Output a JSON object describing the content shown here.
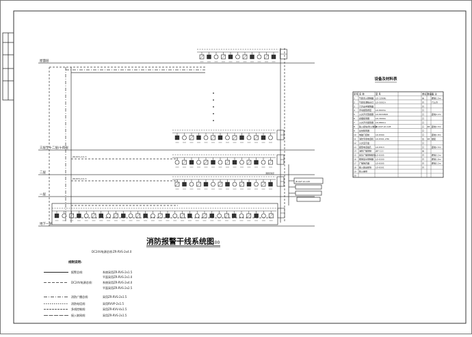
{
  "drawing": {
    "title": "消防报警干线系统图",
    "scale": "1:100",
    "dc_supply_note": "DC24V电源总线:ZR-RVS-2x4.0"
  },
  "floor_labels": {
    "roof": "屋面层",
    "mid": "三层至十二层/十四层",
    "second": "二层",
    "first": "一层",
    "basement": "地下一层"
  },
  "legend": {
    "heading": "线制说明:",
    "rows": [
      {
        "label": "报警总线:",
        "value": "系统采用ZR-RVS-2x1.5"
      },
      {
        "label": "",
        "value": "平面采用ZR-RVS-2x1.0"
      },
      {
        "label": "DC24V电源总线:",
        "value": "系统采用ZR-RVS-2x4.0"
      },
      {
        "label": "",
        "value": "平面采用ZR-RVS-2x2.5"
      },
      {
        "label": "消防广播总线:",
        "value": "采用ZR-RVS-2x1.5"
      },
      {
        "label": "消防电话线:",
        "value": "采用RVVP-2x1.5"
      },
      {
        "label": "多线控制线:",
        "value": "采用ZR-KVV-4x1.5"
      },
      {
        "label": "接入联网线:",
        "value": "采用ZR-RVS-2x1.5"
      }
    ]
  },
  "equipment_table": {
    "title": "设备及材料表",
    "headers": [
      "序号",
      "名  称",
      "型   号",
      "单位",
      "数量",
      "备  注"
    ],
    "rows": [
      [
        "1",
        "气体灭火控制器",
        "LD-128(N)",
        "台",
        "",
        "距地1.5m"
      ],
      [
        "2",
        "气体喷洒指示灯",
        "LD-5001A",
        "只",
        "",
        "门上方"
      ],
      [
        "3",
        "门方出手报警器",
        "",
        "只",
        "",
        ""
      ],
      [
        "4",
        "手动报警按钮",
        "LD-8003A",
        "只",
        "",
        ""
      ],
      [
        "5",
        "火灾声光警报器",
        "LD-8030B/D",
        "只",
        "",
        "距地2.2m"
      ],
      [
        "6",
        "感烟探测器",
        "LD-3000A",
        "只",
        "",
        ""
      ],
      [
        "7",
        "火灾声光报警器",
        "LD-8801A",
        "只",
        "",
        ""
      ],
      [
        "8",
        "输入模块(防火卷帘)",
        "JB-QGF-LD-128",
        "只",
        "48",
        "距地1.5m"
      ],
      [
        "9",
        "总线隔离器",
        "",
        "只",
        "",
        ""
      ],
      [
        "10",
        "电磁门控制",
        "LD-8304",
        "只",
        "",
        "距地1.8m"
      ],
      [
        "11",
        "消防专用电话机",
        "LD-8301-2HK",
        "台",
        "28",
        "壁挂"
      ],
      [
        "12",
        "火灾显示盘",
        "",
        "只",
        "",
        ""
      ],
      [
        "13",
        "报警电话插孔",
        "LD-8313",
        "只",
        "",
        "距地1.5m"
      ],
      [
        "14",
        "消防广播控制",
        "JBF-11S",
        "台",
        "",
        ""
      ],
      [
        "15",
        "应急广播控制模块",
        "LD-8305",
        "只",
        "",
        "距地2.2m"
      ],
      [
        "16",
        "楼层显示控制器",
        "LD-8300",
        "只",
        "",
        "距地1.8m"
      ],
      [
        "17",
        "广播扬声器",
        "LD-8305",
        "只",
        "",
        "距地2.2m"
      ],
      [
        "18",
        "输入输出模块",
        "LD-8301",
        "只",
        "",
        ""
      ],
      [
        "19",
        "防火卷帘",
        "",
        "",
        "",
        ""
      ],
      [
        "20",
        "",
        "",
        "",
        "",
        ""
      ]
    ]
  }
}
